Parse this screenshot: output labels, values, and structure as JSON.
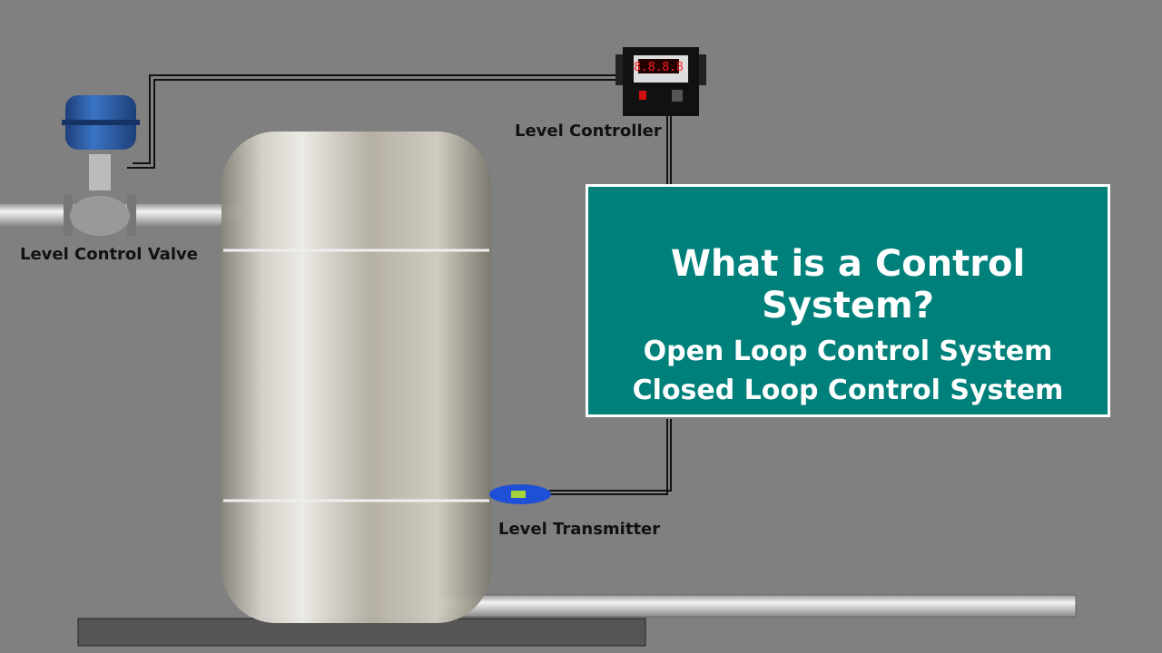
{
  "labels": {
    "controller": "Level Controller",
    "valve": "Level Control Valve",
    "transmitter": "Level Transmitter"
  },
  "controller_display": "8.8.8.8",
  "card": {
    "title": "What is a Control System?",
    "line1": "Open Loop Control System",
    "line2": "Closed Loop Control System"
  },
  "colors": {
    "background": "#808080",
    "card": "#00807a",
    "valve_actuator": "#2b5fa8",
    "transmitter": "#1f4fd6",
    "display": "#d01010"
  }
}
